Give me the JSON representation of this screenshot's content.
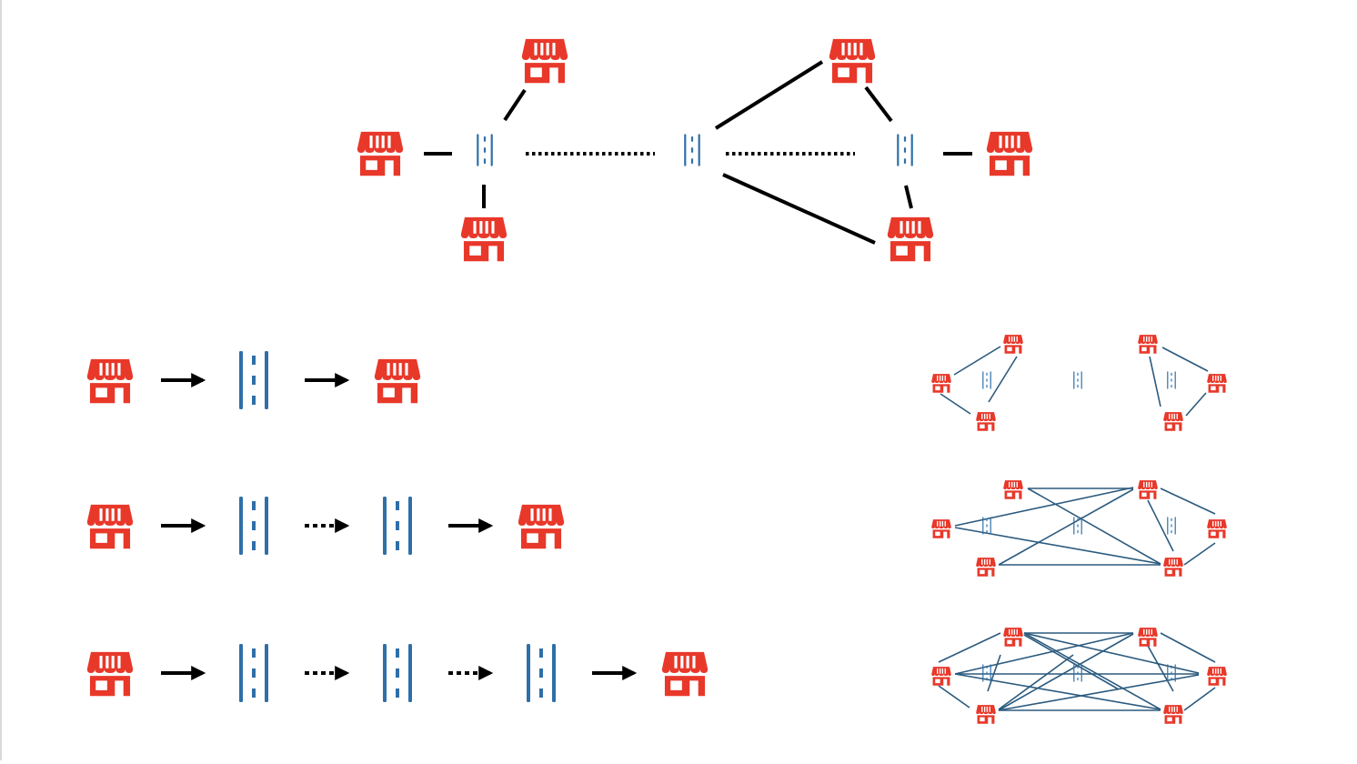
{
  "colors": {
    "store": "#e8382a",
    "road": "#2f6fa8",
    "link": "#000000",
    "network": "#2b5a7e",
    "background": "#ffffff"
  },
  "icons": {
    "store": "store-icon",
    "road": "road-icon"
  },
  "top_graph": {
    "nodes": [
      {
        "id": "s_left",
        "kind": "store"
      },
      {
        "id": "s_top_left",
        "kind": "store"
      },
      {
        "id": "s_bottom_left",
        "kind": "store"
      },
      {
        "id": "r_left",
        "kind": "road"
      },
      {
        "id": "r_middle",
        "kind": "road"
      },
      {
        "id": "r_right",
        "kind": "road"
      },
      {
        "id": "s_top_right",
        "kind": "store"
      },
      {
        "id": "s_right",
        "kind": "store"
      },
      {
        "id": "s_bottom_right",
        "kind": "store"
      }
    ],
    "links": [
      {
        "from": "s_left",
        "to": "r_left",
        "style": "solid"
      },
      {
        "from": "s_top_left",
        "to": "r_left",
        "style": "solid"
      },
      {
        "from": "s_bottom_left",
        "to": "r_left",
        "style": "solid"
      },
      {
        "from": "r_left",
        "to": "r_middle",
        "style": "dotted"
      },
      {
        "from": "r_middle",
        "to": "r_right",
        "style": "dotted"
      },
      {
        "from": "r_middle",
        "to": "s_top_right",
        "style": "solid"
      },
      {
        "from": "r_middle",
        "to": "s_bottom_right",
        "style": "solid"
      },
      {
        "from": "s_top_right",
        "to": "r_right",
        "style": "solid"
      },
      {
        "from": "s_bottom_right",
        "to": "r_right",
        "style": "solid"
      },
      {
        "from": "r_right",
        "to": "s_right",
        "style": "solid"
      }
    ]
  },
  "chains": [
    {
      "hops": 1,
      "sequence": [
        "store",
        "solid",
        "road",
        "solid",
        "store"
      ]
    },
    {
      "hops": 2,
      "sequence": [
        "store",
        "solid",
        "road",
        "dotted",
        "road",
        "solid",
        "store"
      ]
    },
    {
      "hops": 3,
      "sequence": [
        "store",
        "solid",
        "road",
        "dotted",
        "road",
        "dotted",
        "road",
        "solid",
        "store"
      ]
    }
  ],
  "mini_graphs": [
    {
      "hops": 1,
      "edge_count": 6
    },
    {
      "hops": 2,
      "edge_count": 12
    },
    {
      "hops": 3,
      "edge_count": 20
    }
  ]
}
